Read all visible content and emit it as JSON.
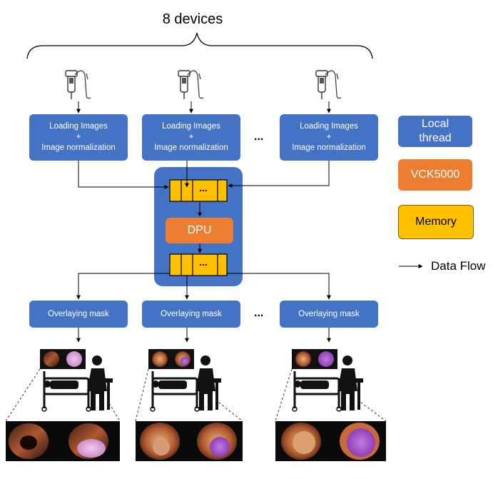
{
  "title": "8 devices",
  "loading_box": {
    "line1": "Loading Images",
    "line2": "+",
    "line3": "Image normalization"
  },
  "ellipsis": "...",
  "queue_dots": "...",
  "dpu_label": "DPU",
  "overlay_label": "Overlaying mask",
  "legend": {
    "local_thread": "Local thread",
    "vck5000": "VCK5000",
    "memory": "Memory",
    "data_flow": "Data Flow"
  },
  "colors": {
    "blue": "#4472c4",
    "orange": "#ed7d31",
    "yellow": "#ffc000",
    "dpu_container": "#4472c4"
  },
  "icons": [
    "endoscope-icon",
    "patient-bed-icon",
    "doctor-icon",
    "endoscopy-frame-image"
  ]
}
